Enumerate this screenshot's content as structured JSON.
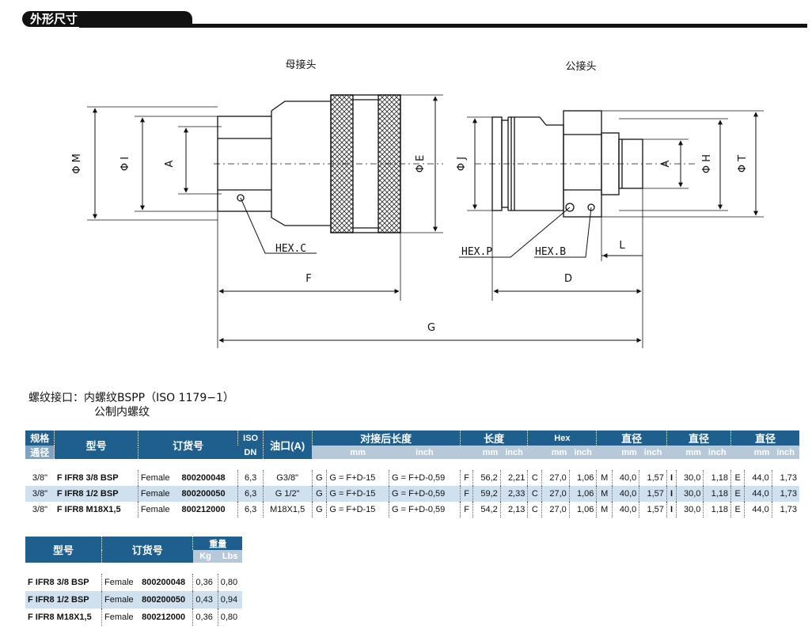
{
  "section_title": "外形尺寸",
  "drawing": {
    "female_label": "母接头",
    "male_label": "公接头",
    "dims": {
      "phi_m": "Φ M",
      "phi_i": "Φ I",
      "a_left": "A",
      "phi_e": "Φ E",
      "phi_j": "Φ J",
      "a_right": "A",
      "phi_h": "Φ H",
      "phi_t": "Φ T",
      "hex_c": "HEX.C",
      "hex_p": "HEX.P",
      "hex_b": "HEX.B",
      "f": "F",
      "d": "D",
      "l": "L",
      "g": "G"
    }
  },
  "thread_note": {
    "line1": "螺纹接口：内螺纹BSPP（ISO 1179−1）",
    "line2": "公制内螺纹"
  },
  "main_table": {
    "headers": {
      "size": "规格",
      "bore": "通径",
      "model": "型号",
      "order": "订货号",
      "iso": "ISO",
      "dn": "DN",
      "port": "油口(A)",
      "len_after": "对接后长度",
      "length": "长度",
      "hex": "Hex",
      "dia1": "直径",
      "dia2": "直径",
      "dia3": "直径",
      "mm": "mm",
      "inch": "inch"
    },
    "rows": [
      {
        "size": "3/8\"",
        "model": "F IFR8 3/8 BSP",
        "gender": "Female",
        "order": "800200048",
        "iso": "6,3",
        "port": "G3/8\"",
        "gl": "G",
        "g_mm": "G = F+D-15",
        "g_in": "G = F+D-0,59",
        "fl": "F",
        "f_mm": "56,2",
        "f_in": "2,21",
        "cl": "C",
        "c_mm": "27,0",
        "c_in": "1,06",
        "ml": "M",
        "m_mm": "40,0",
        "m_in": "1,57",
        "il": "I",
        "i_mm": "30,0",
        "i_in": "1,18",
        "el": "E",
        "e_mm": "44,0",
        "e_in": "1,73"
      },
      {
        "size": "3/8\"",
        "model": "F IFR8 1/2 BSP",
        "gender": "Female",
        "order": "800200050",
        "iso": "6,3",
        "port": "G 1/2\"",
        "gl": "G",
        "g_mm": "G = F+D-15",
        "g_in": "G = F+D-0,59",
        "fl": "F",
        "f_mm": "59,2",
        "f_in": "2,33",
        "cl": "C",
        "c_mm": "27,0",
        "c_in": "1,06",
        "ml": "M",
        "m_mm": "40,0",
        "m_in": "1,57",
        "il": "I",
        "i_mm": "30,0",
        "i_in": "1,18",
        "el": "E",
        "e_mm": "44,0",
        "e_in": "1,73"
      },
      {
        "size": "3/8\"",
        "model": "F IFR8 M18X1,5",
        "gender": "Female",
        "order": "800212000",
        "iso": "6,3",
        "port": "M18X1,5",
        "gl": "G",
        "g_mm": "G = F+D-15",
        "g_in": "G = F+D-0,59",
        "fl": "F",
        "f_mm": "54,2",
        "f_in": "2,13",
        "cl": "C",
        "c_mm": "27,0",
        "c_in": "1,06",
        "ml": "M",
        "m_mm": "40,0",
        "m_in": "1,57",
        "il": "I",
        "i_mm": "30,0",
        "i_in": "1,18",
        "el": "E",
        "e_mm": "44,0",
        "e_in": "1,73"
      }
    ]
  },
  "weight_table": {
    "headers": {
      "model": "型号",
      "order": "订货号",
      "weight": "重量",
      "kg": "Kg",
      "lbs": "Lbs"
    },
    "rows": [
      {
        "model": "F IFR8 3/8 BSP",
        "gender": "Female",
        "order": "800200048",
        "kg": "0,36",
        "lbs": "0,80"
      },
      {
        "model": "F IFR8 1/2 BSP",
        "gender": "Female",
        "order": "800200050",
        "kg": "0,43",
        "lbs": "0,94"
      },
      {
        "model": "F IFR8 M18X1,5",
        "gender": "Female",
        "order": "800212000",
        "kg": "0,36",
        "lbs": "0,80"
      }
    ]
  }
}
